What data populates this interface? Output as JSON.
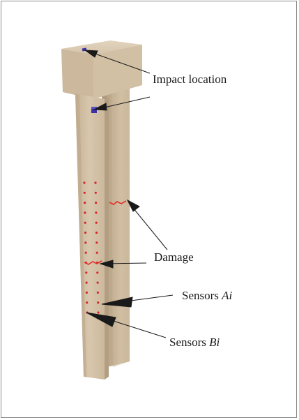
{
  "labels": {
    "impact": "Impact location",
    "damage": "Damage",
    "sensors_a_prefix": "Sensors ",
    "sensors_a_suffix": "Ai",
    "sensors_b_prefix": "Sensors ",
    "sensors_b_suffix": "Bi"
  },
  "colors": {
    "concrete_light": "#d9c9b2",
    "concrete_mid": "#cbb79c",
    "concrete_dark": "#b49f83",
    "sensor": "#d7262a",
    "damage": "#e0312b",
    "impact_marker": "#3b32a8",
    "leader": "#1a1a1a"
  },
  "icons": [
    "impact-marker-icon",
    "sensor-dot-icon",
    "damage-crack-icon"
  ]
}
